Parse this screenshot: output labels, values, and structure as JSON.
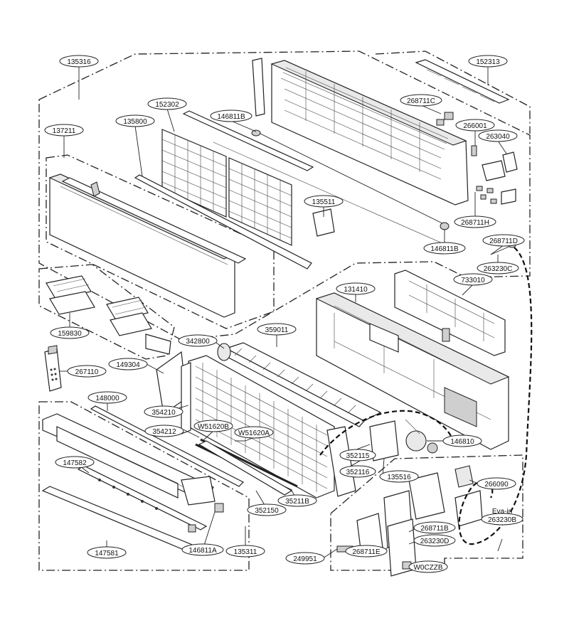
{
  "labels": {
    "p135316": "135316",
    "p152313": "152313",
    "p268711C": "268711C",
    "p152302": "152302",
    "p135800": "135800",
    "p146811B_top": "146811B",
    "p266001": "266001",
    "p263040": "263040",
    "p137211": "137211",
    "p135511": "135511",
    "p268711H": "268711H",
    "p146811B_mid": "146811B",
    "p268711D": "268711D",
    "p263230C": "263230C",
    "p131410": "131410",
    "p733010": "733010",
    "p159830": "159830",
    "p342800": "342800",
    "p359011": "359011",
    "p149304": "149304",
    "p267110": "267110",
    "p148000": "148000",
    "p354210": "354210",
    "p354212": "354212",
    "pW51620B": "W51620B",
    "pW51620A": "W51620A",
    "p352115": "352115",
    "p352116": "352116",
    "p135516": "135516",
    "p146810": "146810",
    "p147582": "147582",
    "p266090": "266090",
    "p352150": "352150",
    "p35211B": "35211B",
    "p263230B": "263230B",
    "p268711B": "268711B",
    "p263230D": "263230D",
    "p268711E": "268711E",
    "p147581": "147581",
    "p146811A": "146811A",
    "p135311": "135311",
    "p249951": "249951",
    "pW0CZZB": "W0CZZB",
    "eva_in": "Eva-in"
  }
}
